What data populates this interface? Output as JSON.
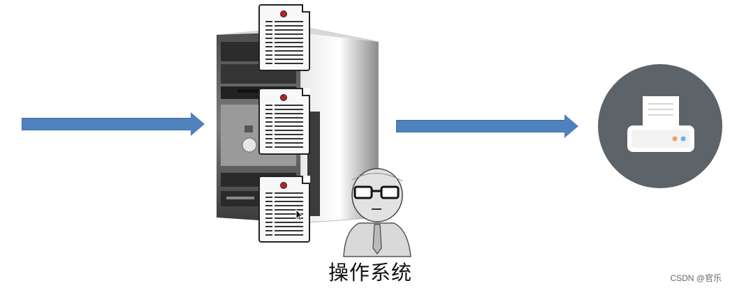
{
  "labels": {
    "operating_system": "操作系统",
    "watermark": "CSDN @官乐"
  },
  "colors": {
    "arrow": "#4f81bd",
    "printer_circle": "#5c6369"
  },
  "icons": [
    "left-input-arrow",
    "server-tower",
    "document-icon",
    "person-sketch-icon",
    "output-arrow",
    "printer-icon",
    "cursor-icon"
  ]
}
